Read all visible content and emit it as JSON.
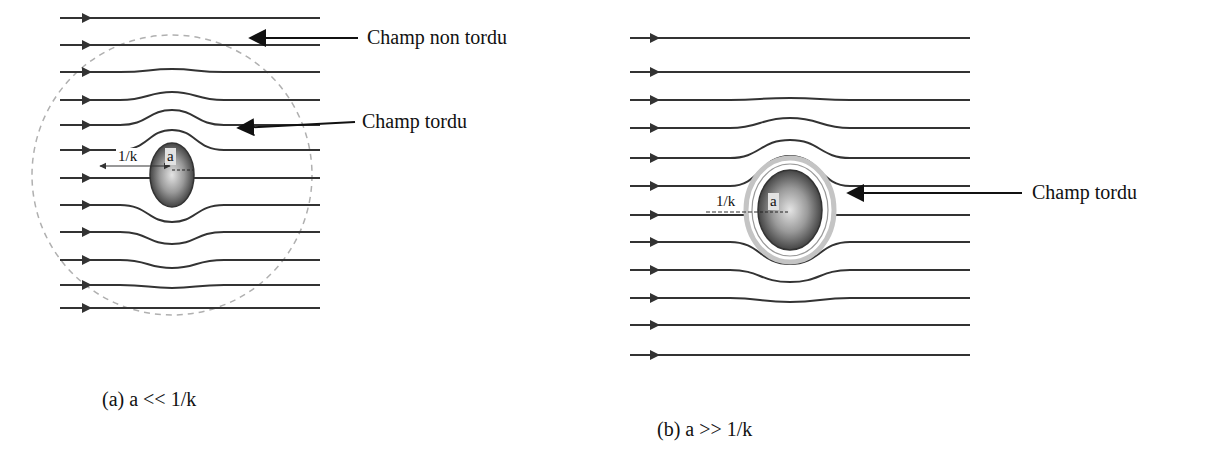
{
  "diagram": {
    "labels": [
      "Champ non tordu",
      "1/k",
      "a",
      "Champ tordu",
      "1/k",
      "a",
      "Champ tordu",
      "(a) a << 1/k",
      "(b) a >> 1/k"
    ]
  }
}
